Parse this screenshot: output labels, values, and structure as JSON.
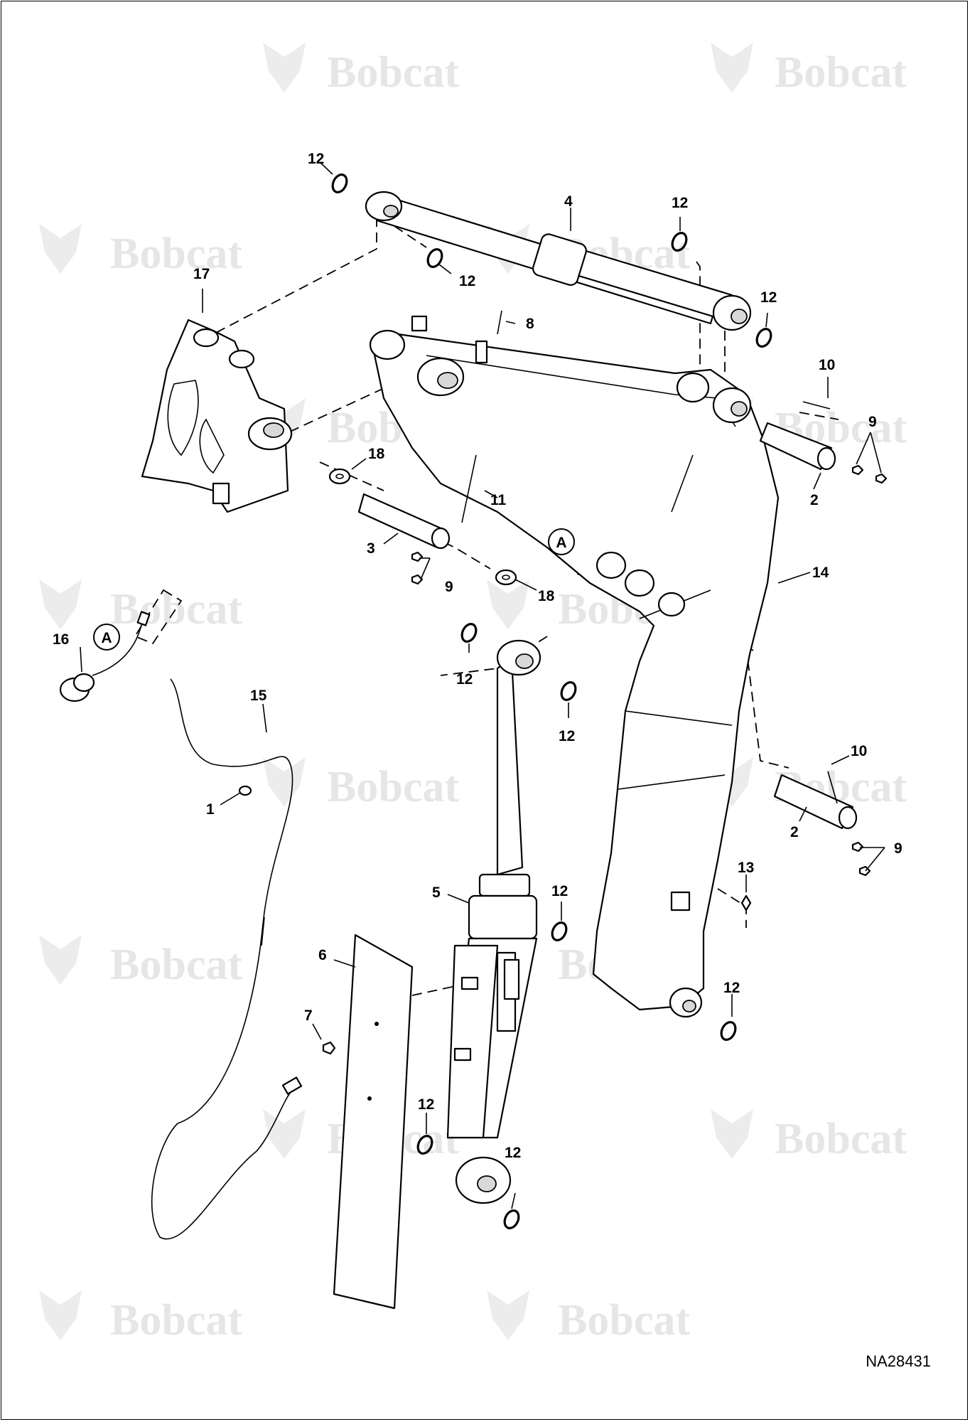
{
  "brand": {
    "watermark_text": "Bobcat",
    "watermark_color": "#e6e6e6"
  },
  "figure_id": "NA28431",
  "callouts": {
    "c1": "1",
    "c2a": "2",
    "c2b": "2",
    "c3": "3",
    "c4": "4",
    "c5": "5",
    "c6": "6",
    "c7": "7",
    "c8": "8",
    "c9a": "9",
    "c9b": "9",
    "c9c": "9",
    "c10a": "10",
    "c10b": "10",
    "c11": "11",
    "c12a": "12",
    "c12b": "12",
    "c12c": "12",
    "c12d": "12",
    "c12e": "12",
    "c12f": "12",
    "c12g": "12",
    "c12h": "12",
    "c12i": "12",
    "c12j": "12",
    "c13": "13",
    "c14": "14",
    "c15": "15",
    "c16": "16",
    "c17": "17",
    "c18a": "18",
    "c18b": "18"
  },
  "connector_labels": {
    "a1": "A",
    "a2": "A"
  }
}
